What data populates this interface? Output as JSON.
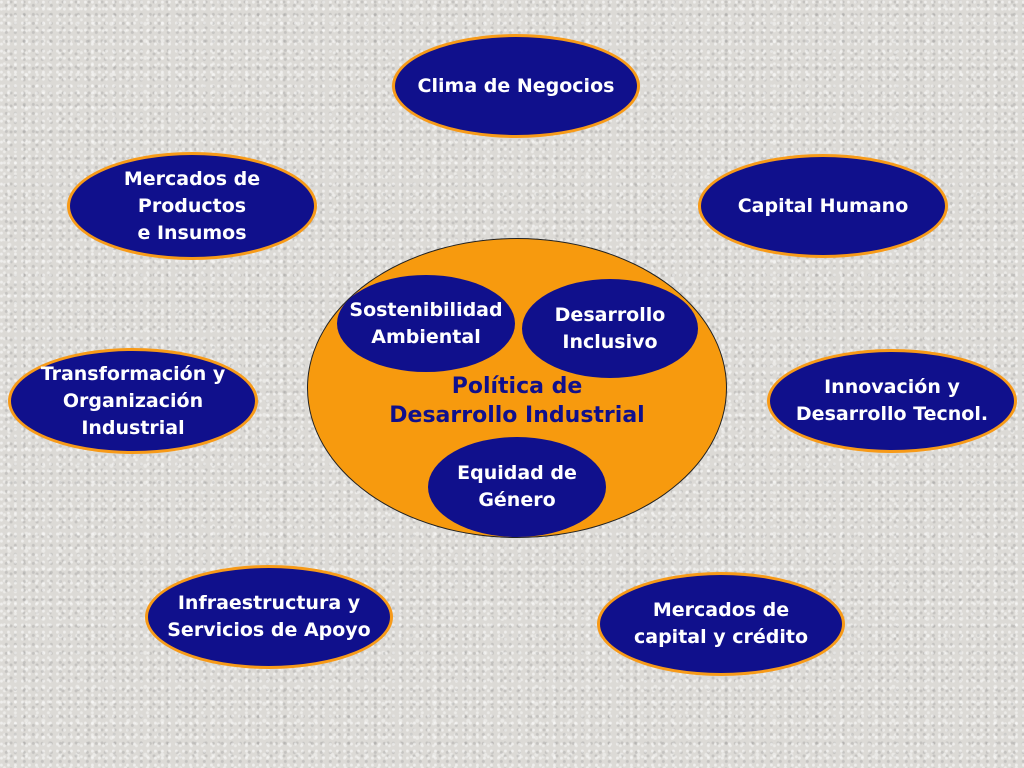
{
  "diagram": {
    "center": {
      "title": "Política de\nDesarrollo Industrial",
      "inner": {
        "sostenibilidad": "Sostenibilidad\nAmbiental",
        "desarrollo_inclusivo": "Desarrollo\nInclusivo",
        "equidad_genero": "Equidad de\nGénero"
      }
    },
    "outer": {
      "clima_negocios": "Clima de Negocios",
      "capital_humano": "Capital Humano",
      "mercados_productos": "Mercados de\nProductos\ne Insumos",
      "transformacion": "Transformación y\nOrganización\nIndustrial",
      "innovacion": "Innovación y\nDesarrollo Tecnol.",
      "infraestructura": "Infraestructura y\nServicios de Apoyo",
      "mercados_capital": "Mercados de\ncapital y crédito"
    },
    "colors": {
      "node_fill": "#10108c",
      "node_border": "#f79a18",
      "center_fill": "#f79a0e",
      "text_light": "#ffffff",
      "text_dark": "#10108c"
    }
  }
}
